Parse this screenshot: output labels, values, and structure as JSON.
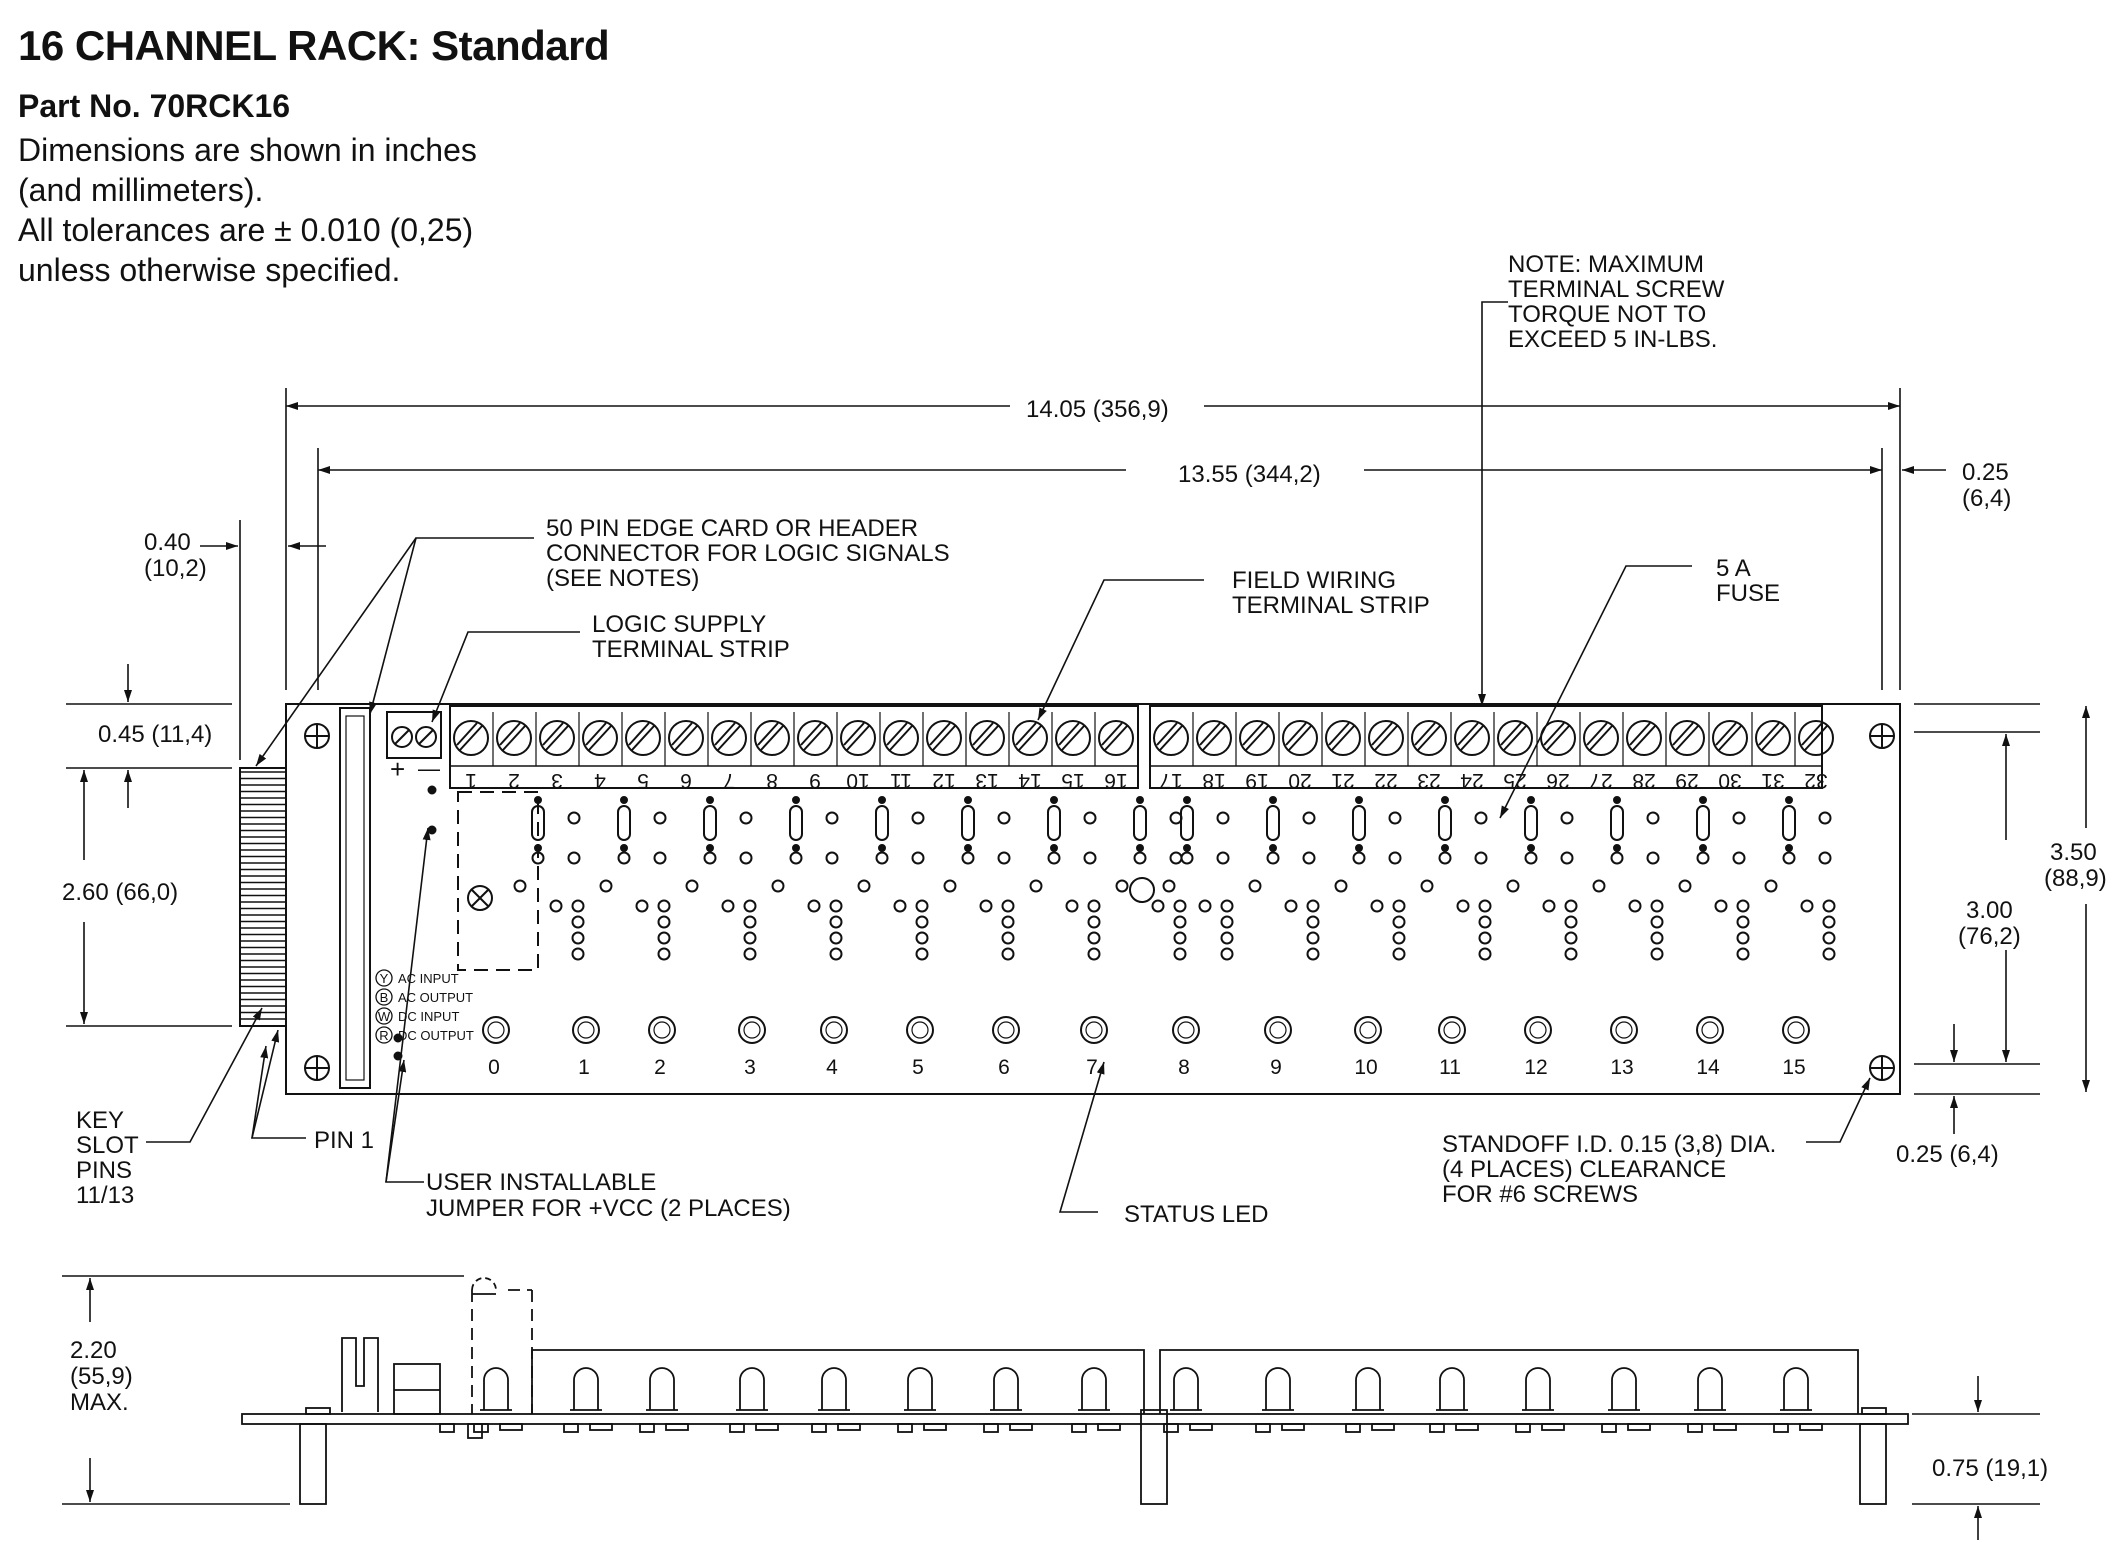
{
  "title": "16 CHANNEL RACK: Standard",
  "part_no": "Part No. 70RCK16",
  "intro_lines": [
    "Dimensions are shown in inches",
    "(and  millimeters).",
    "All tolerances are ± 0.010 (0,25)",
    "unless  otherwise  specified."
  ],
  "note_lines": [
    "NOTE: MAXIMUM",
    "TERMINAL SCREW",
    "TORQUE NOT TO",
    "EXCEED 5 IN-LBS."
  ],
  "dims": {
    "overall_length": "14.05 (356,9)",
    "mount_length": "13.55 (344,2)",
    "edge_right_a": "0.25",
    "edge_right_b": "(6,4)",
    "left_offset_a": "0.40",
    "left_offset_b": "(10,2)",
    "top_offset": "0.45 (11,4)",
    "connector_len": "2.60 (66,0)",
    "height_a": "3.50",
    "height_b": "(88,9)",
    "mount_height_a": "3.00",
    "mount_height_b": "(76,2)",
    "bottom_offset": "0.25 (6,4)",
    "side_height_a": "2.20",
    "side_height_b": "(55,9)",
    "side_height_c": "MAX.",
    "standoff_height": "0.75 (19,1)"
  },
  "callouts": {
    "edge_card": [
      "50 PIN EDGE CARD OR HEADER",
      "CONNECTOR FOR LOGIC SIGNALS",
      "(SEE NOTES)"
    ],
    "logic_supply": [
      "LOGIC SUPPLY",
      "TERMINAL STRIP"
    ],
    "field_wiring": [
      "FIELD WIRING",
      "TERMINAL STRIP"
    ],
    "fuse": [
      "5 A",
      "FUSE"
    ],
    "key_slot": [
      "KEY",
      "SLOT",
      "PINS",
      "11/13"
    ],
    "pin1": "PIN 1",
    "jumper": [
      "USER INSTALLABLE",
      "JUMPER FOR +VCC (2 PLACES)"
    ],
    "status_led": "STATUS LED",
    "standoff": [
      "STANDOFF I.D. 0.15 (3,8) DIA.",
      "(4 PLACES) CLEARANCE",
      "FOR #6 SCREWS"
    ]
  },
  "legend": [
    {
      "code": "Y",
      "label": "AC INPUT"
    },
    {
      "code": "B",
      "label": "AC OUTPUT"
    },
    {
      "code": "W",
      "label": "DC INPUT"
    },
    {
      "code": "R",
      "label": "DC OUTPUT"
    }
  ],
  "supply_symbols": {
    "plus": "+",
    "minus": "—"
  },
  "terminal_numbers": [
    "1",
    "2",
    "3",
    "4",
    "5",
    "6",
    "7",
    "8",
    "9",
    "10",
    "11",
    "12",
    "13",
    "14",
    "15",
    "16",
    "17",
    "18",
    "19",
    "20",
    "21",
    "22",
    "23",
    "24",
    "25",
    "26",
    "27",
    "28",
    "29",
    "30",
    "31",
    "32"
  ],
  "channel_numbers": [
    "0",
    "1",
    "2",
    "3",
    "4",
    "5",
    "6",
    "7",
    "8",
    "9",
    "10",
    "11",
    "12",
    "13",
    "14",
    "15"
  ]
}
